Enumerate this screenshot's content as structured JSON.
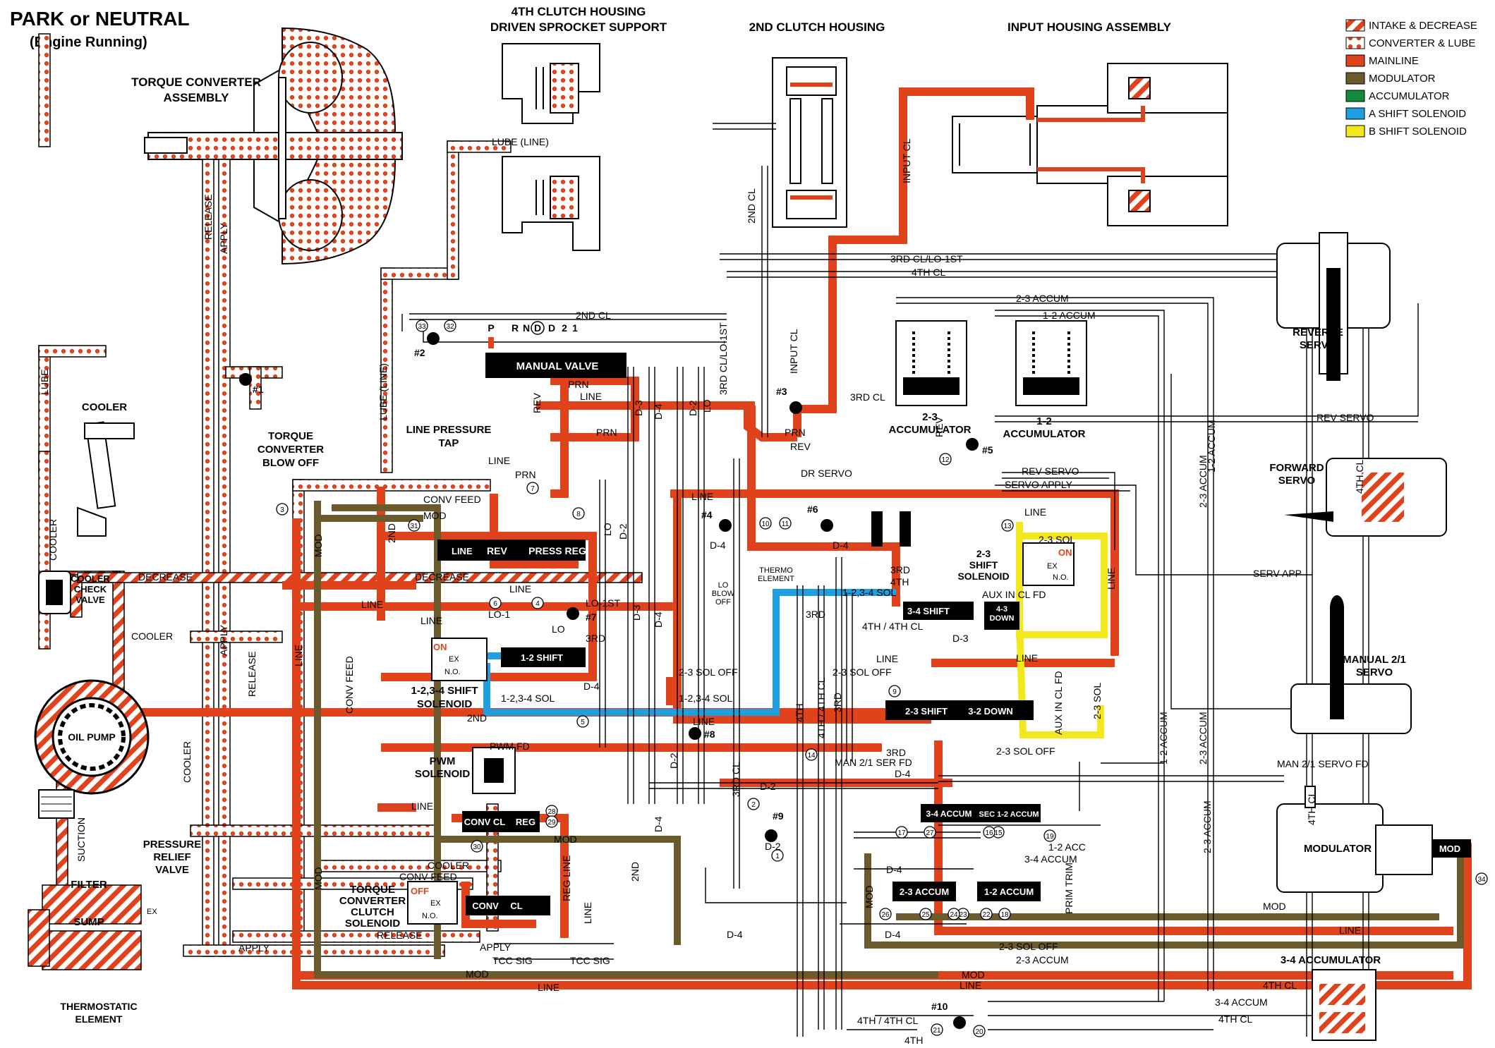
{
  "title": {
    "main": "PARK or NEUTRAL",
    "sub": "(Engine Running)"
  },
  "legend": [
    {
      "label": "INTAKE & DECREASE",
      "color": "#e0431c",
      "pattern": "stripe"
    },
    {
      "label": "CONVERTER & LUBE",
      "color": "#e0431c",
      "pattern": "dots"
    },
    {
      "label": "MAINLINE",
      "color": "#e0431c",
      "pattern": "solid"
    },
    {
      "label": "MODULATOR",
      "color": "#6b5a2b",
      "pattern": "solid"
    },
    {
      "label": "ACCUMULATOR",
      "color": "#118a3a",
      "pattern": "solid"
    },
    {
      "label": "A SHIFT SOLENOID",
      "color": "#1e9fe0",
      "pattern": "solid"
    },
    {
      "label": "B SHIFT SOLENOID",
      "color": "#f2e81c",
      "pattern": "solid"
    }
  ],
  "headers": {
    "torque_converter": [
      "TORQUE CONVERTER",
      "ASSEMBLY"
    ],
    "fourth_clutch": [
      "4TH CLUTCH HOUSING",
      "DRIVEN SPROCKET SUPPORT"
    ],
    "second_clutch": "2ND CLUTCH HOUSING",
    "input_housing": "INPUT HOUSING ASSEMBLY"
  },
  "components": {
    "cooler": "COOLER",
    "cooler_check": [
      "COOLER",
      "CHECK",
      "VALVE"
    ],
    "tcc_blow_off": [
      "TORQUE",
      "CONVERTER",
      "BLOW OFF"
    ],
    "line_pressure_tap": [
      "LINE PRESSURE",
      "TAP"
    ],
    "manual_valve": "MANUAL VALVE",
    "oil_pump": "OIL PUMP",
    "filter": "FILTER",
    "sump": "SUMP",
    "thermostatic": [
      "THERMOSTATIC",
      "ELEMENT"
    ],
    "pressure_relief": [
      "PRESSURE",
      "RELIEF",
      "VALVE"
    ],
    "shift_solenoid_124": [
      "1-2,3-4 SHIFT",
      "SOLENOID"
    ],
    "pwm_solenoid": [
      "PWM",
      "SOLENOID"
    ],
    "tcc_solenoid": [
      "TORQUE",
      "CONVERTER",
      "CLUTCH",
      "SOLENOID"
    ],
    "shift_solenoid_23": [
      "2-3",
      "SHIFT",
      "SOLENOID"
    ],
    "accum_23": [
      "2-3",
      "ACCUMULATOR"
    ],
    "accum_12": [
      "1-2",
      "ACCUMULATOR"
    ],
    "reverse_servo": [
      "REVERSE",
      "SERVO"
    ],
    "forward_servo": [
      "FORWARD",
      "SERVO"
    ],
    "manual_21_servo": [
      "MANUAL 2/1",
      "SERVO"
    ],
    "modulator": "MODULATOR",
    "accum_34": "3-4 ACCUMULATOR",
    "thermo_element": [
      "THERMO",
      "ELEMENT"
    ],
    "lo_blow_off": [
      "LO",
      "BLOW",
      "OFF"
    ]
  },
  "valve_labels": {
    "rev": "REV",
    "press_reg": "PRESS REG",
    "line": "LINE",
    "shift_12": "1-2 SHIFT",
    "shift_34": "3-4 SHIFT",
    "down_43": [
      "4-3",
      "DOWN"
    ],
    "shift_23": "2-3 SHIFT",
    "down_32": "3-2 DOWN",
    "conv_cl": "CONV CL",
    "reg": "REG",
    "conv": "CONV",
    "cl": "CL",
    "accum_34": "3-4 ACCUM",
    "sec_12_accum": "SEC 1-2 ACCUM",
    "accum_23": "2-3 ACCUM",
    "accum_12": "1-2 ACCUM",
    "mod": "MOD",
    "dr_servo_valve": "DR SERVO",
    "rev_servo_valve": "REV SERVO"
  },
  "gear_positions": [
    "P",
    "R",
    "N",
    "D",
    "D",
    "2",
    "1"
  ],
  "solenoid_states": {
    "on": "ON",
    "off": "OFF",
    "ex": "EX",
    "no": "N.O."
  },
  "checkballs": [
    "#1",
    "#2",
    "#3",
    "#4",
    "#5",
    "#6",
    "#7",
    "#8",
    "#9",
    "#10"
  ],
  "orifices": [
    "1",
    "2",
    "3",
    "4",
    "5",
    "6",
    "7",
    "8",
    "9",
    "10",
    "11",
    "12",
    "13",
    "14",
    "15",
    "16",
    "17",
    "18",
    "19",
    "20",
    "21",
    "22",
    "23",
    "24",
    "25",
    "26",
    "27",
    "28",
    "29",
    "30",
    "31",
    "32",
    "33",
    "34"
  ],
  "passages": {
    "lube_line": "LUBE (LINE)",
    "lube": "LUBE",
    "second_cl": "2ND CL",
    "third_cl_lo1st": "3RD CL/LO-1ST",
    "fourth_cl": "4TH CL",
    "accum_23": "2-3 ACCUM",
    "accum_12": "1-2 ACCUM",
    "input_cl": "INPUT CL",
    "third_cl": "3RD CL",
    "prn": "PRN",
    "rev": "REV",
    "rev_servo": "REV SERVO",
    "dr_servo": "DR SERVO",
    "servo_apply": "SERVO APPLY",
    "serv_app": "SERV APP",
    "line": "LINE",
    "conv_feed": "CONV FEED",
    "mod": "MOD",
    "decrease": "DECREASE",
    "cooler": "COOLER",
    "release": "RELEASE",
    "apply": "APPLY",
    "second": "2ND",
    "lo1": "LO-1",
    "lo1st": "LO-1ST",
    "lo": "LO",
    "third": "3RD",
    "fourth": "4TH",
    "d2": "D-2",
    "d3": "D-3",
    "d4": "D-4",
    "sol_124": "1-2,3-4 SOL",
    "sol_23": "2-3 SOL",
    "sol_23_off": "2-3 SOL OFF",
    "aux_in_cl_fd": "AUX IN CL FD",
    "fourth_fourth_cl": "4TH / 4TH CL",
    "pwm_fd": "PWM FD",
    "man21_ser_fd": "MAN 2/1 SER FD",
    "man21_servo_fd": "MAN 2/1 SERVO FD",
    "reg_line": "REG LINE",
    "tcc_sig": "TCC SIG",
    "prim_trim": "PRIM TRIM",
    "acc_12": "1-2 ACC",
    "accum_34": "3-4 ACCUM",
    "suction": "SUCTION",
    "ex": "EX"
  }
}
